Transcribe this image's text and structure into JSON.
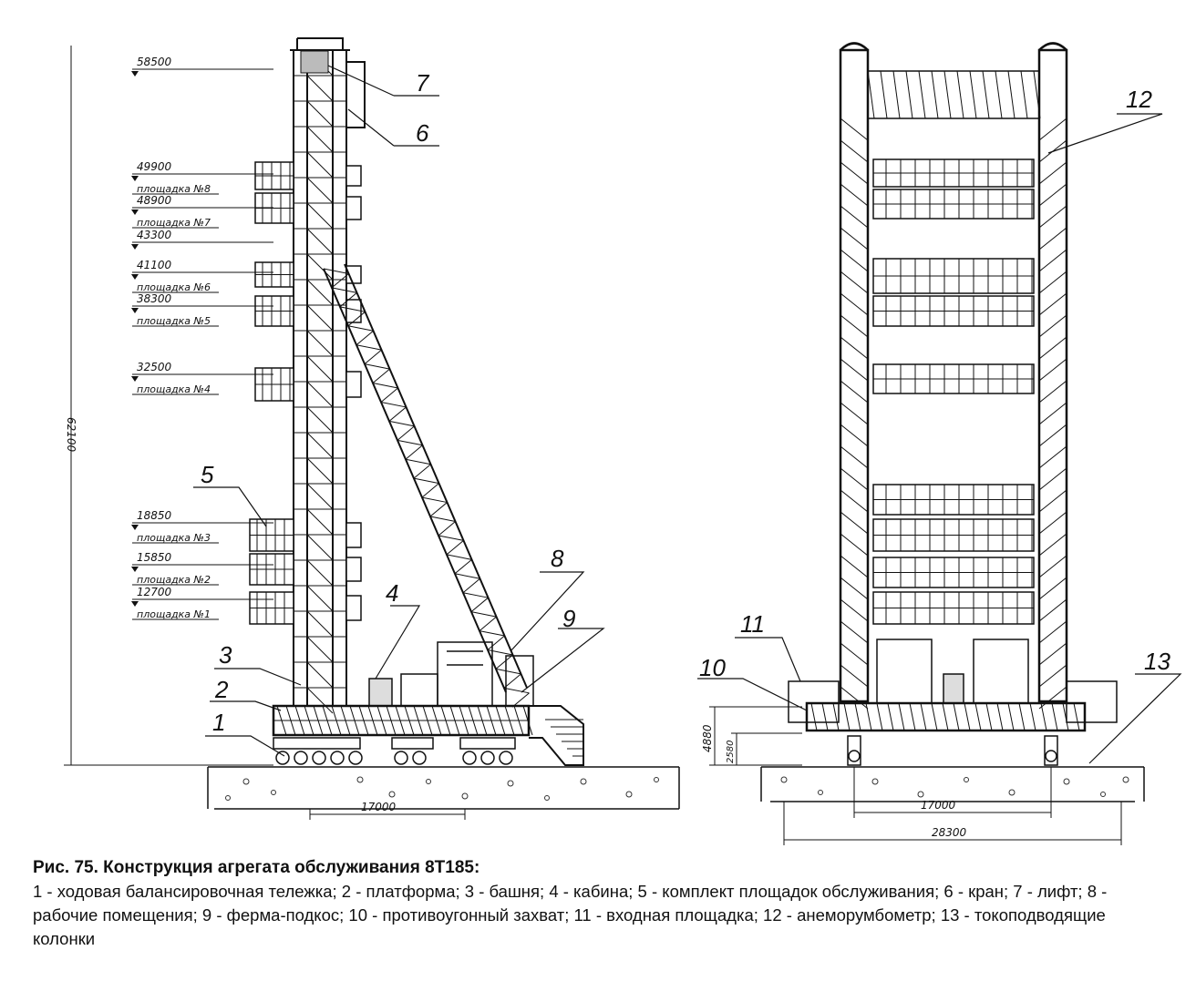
{
  "figure": {
    "left_levels": [
      {
        "mark": "58500",
        "platform": ""
      },
      {
        "mark": "49900",
        "platform": "площадка №8"
      },
      {
        "mark": "48900",
        "platform": "площадка №7"
      },
      {
        "mark": "43300",
        "platform": ""
      },
      {
        "mark": "41100",
        "platform": "площадка №6"
      },
      {
        "mark": "38300",
        "platform": "площадка №5"
      },
      {
        "mark": "32500",
        "platform": "площадка №4"
      },
      {
        "mark": "18850",
        "platform": "площадка №3"
      },
      {
        "mark": "15850",
        "platform": "площадка №2"
      },
      {
        "mark": "12700",
        "platform": "площадка №1"
      }
    ],
    "total_height": "62100",
    "left_base_width": "17000",
    "right_inner_width": "17000",
    "right_total_width": "28300",
    "right_height_a": "4880",
    "right_height_b": "2580",
    "callouts": [
      "1",
      "2",
      "3",
      "4",
      "5",
      "6",
      "7",
      "8",
      "9",
      "10",
      "11",
      "12",
      "13"
    ]
  },
  "caption": {
    "title": "Рис. 75. Конструкция агрегата обслуживания 8Т185:",
    "body": "1 - ходовая балансировочная тележка; 2 - платформа; 3 - башня; 4 - кабина; 5 - комплект площадок обслуживания; 6 - кран; 7 - лифт; 8 - рабочие помещения; 9 - ферма-подкос; 10 - противоугонный захват; 11 - входная площадка; 12 - анеморумбометр; 13 - токоподводящие колонки"
  }
}
